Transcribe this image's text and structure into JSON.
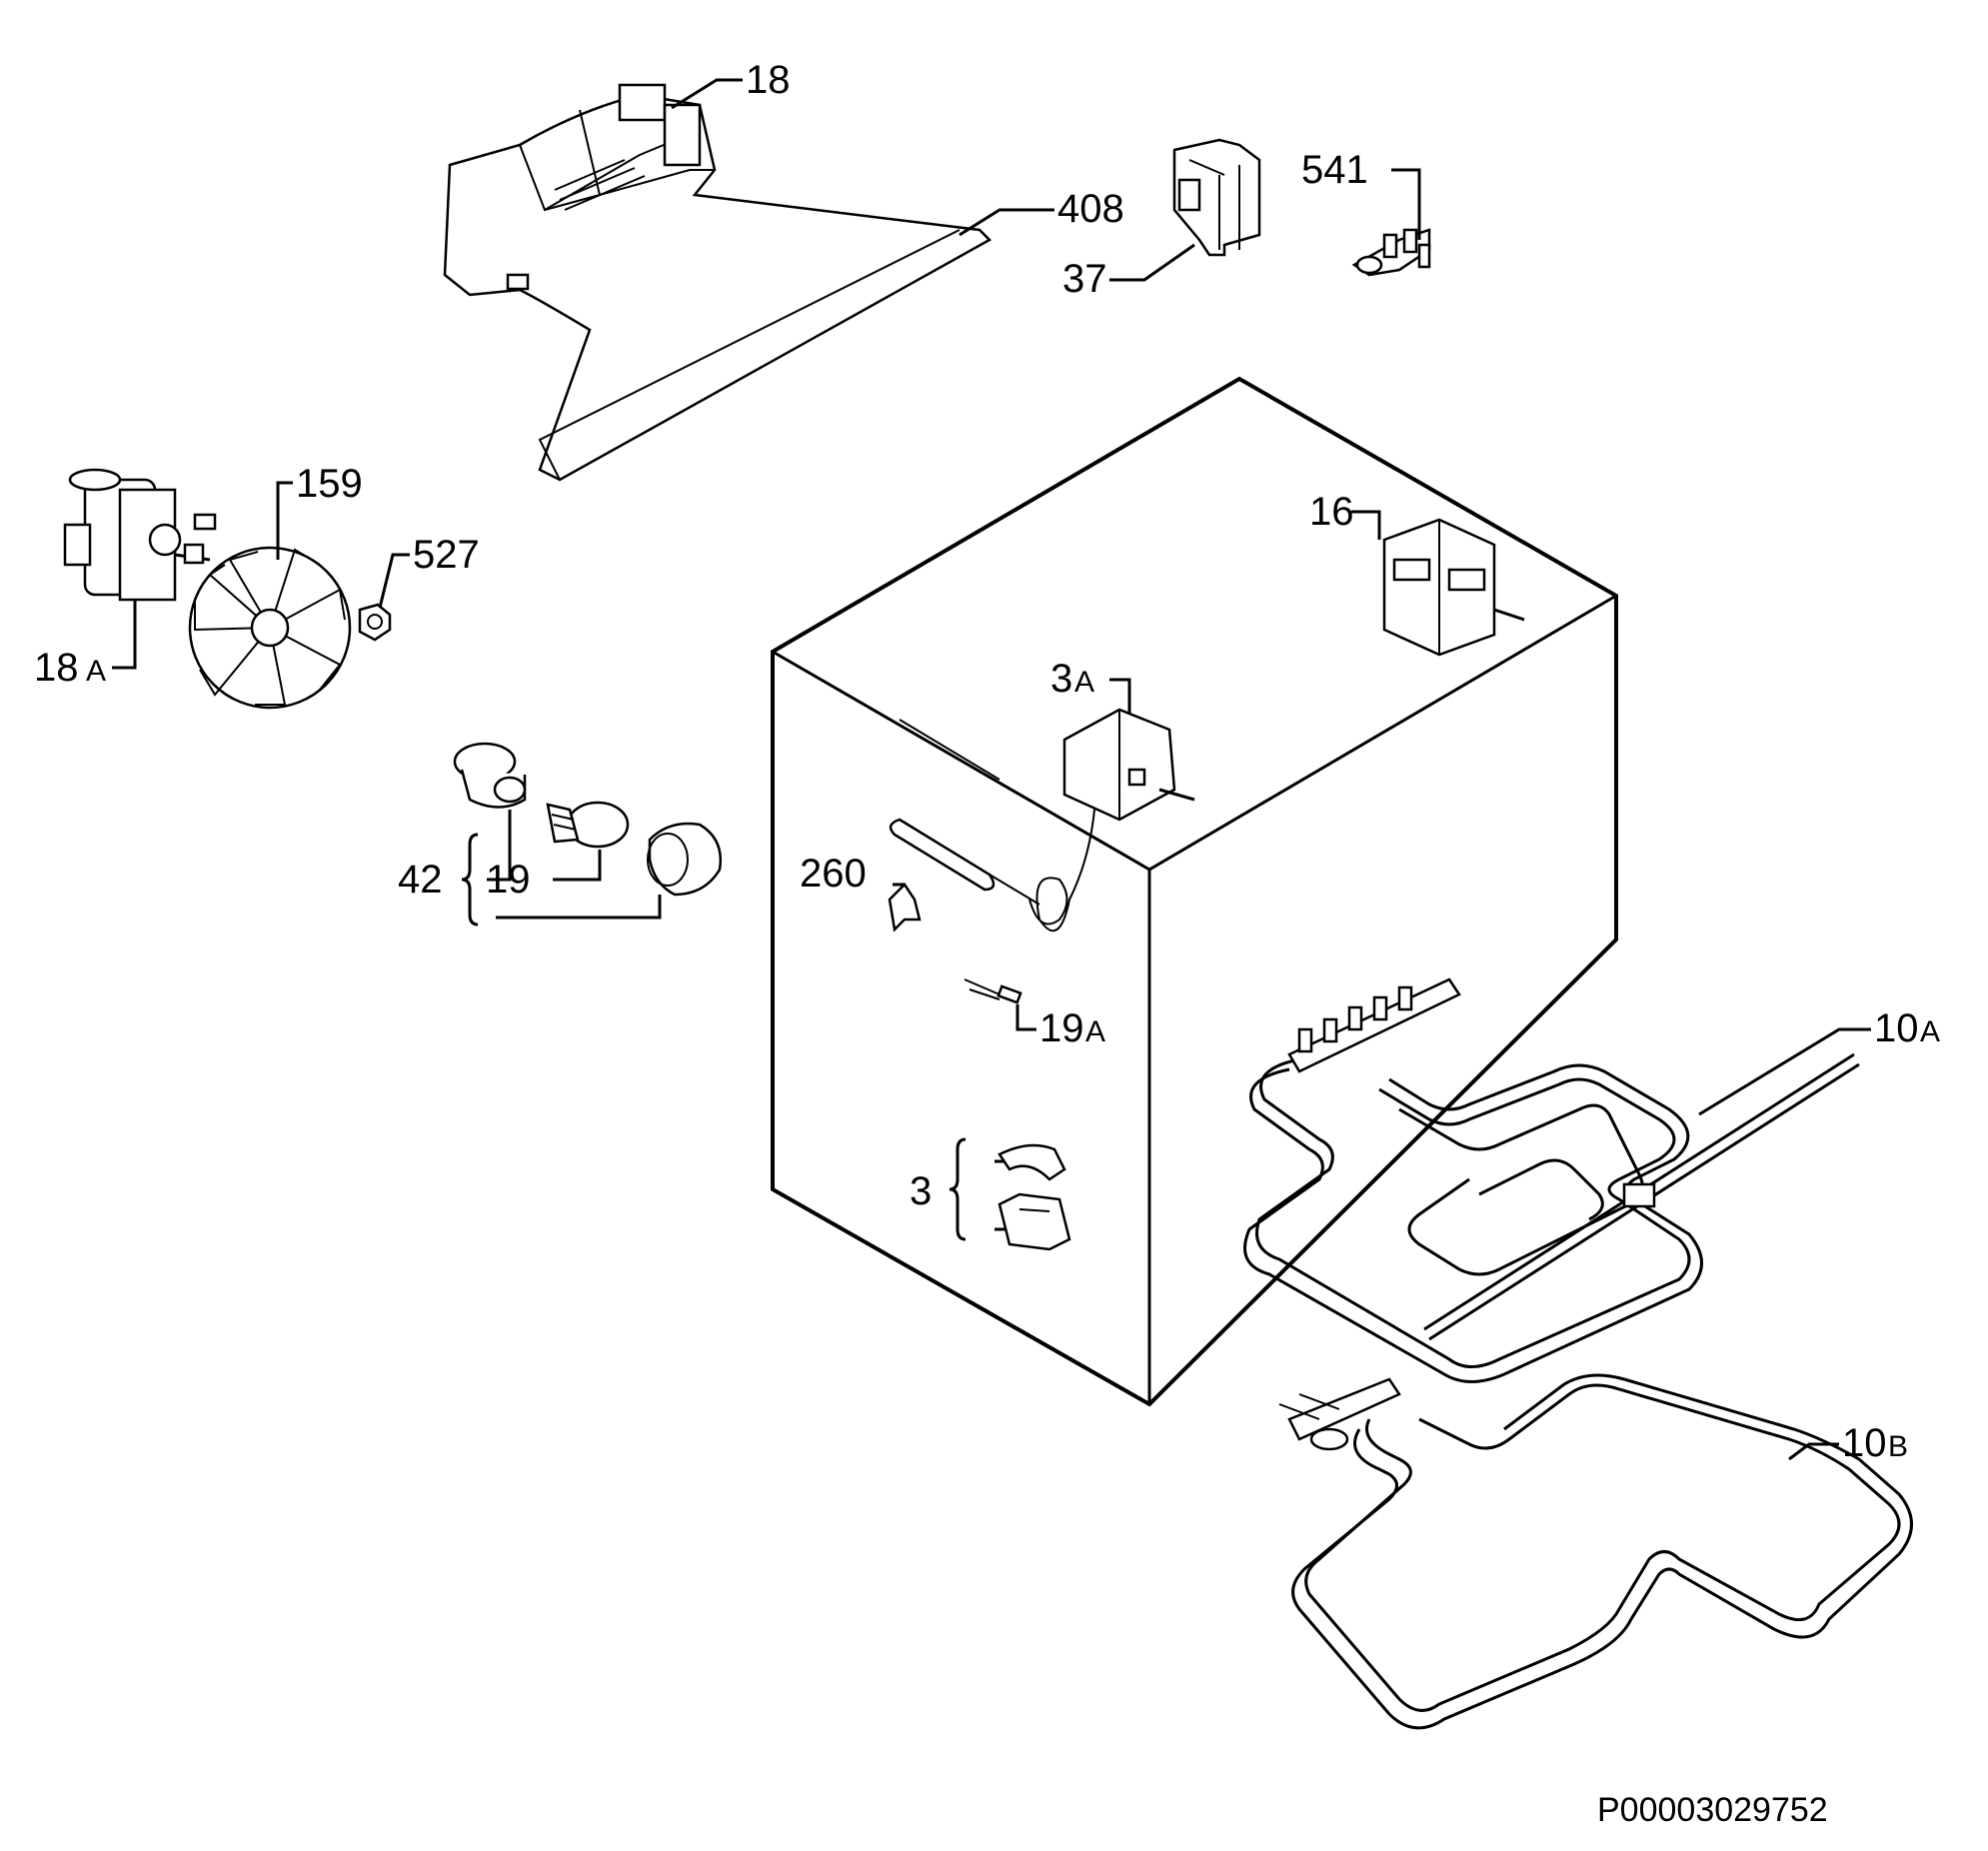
{
  "diagram": {
    "code": "P00003029752",
    "parts": [
      {
        "id": "p18",
        "num": "18",
        "suffix": ""
      },
      {
        "id": "p408",
        "num": "408",
        "suffix": ""
      },
      {
        "id": "p37",
        "num": "37",
        "suffix": ""
      },
      {
        "id": "p541",
        "num": "541",
        "suffix": ""
      },
      {
        "id": "p159",
        "num": "159",
        "suffix": ""
      },
      {
        "id": "p527",
        "num": "527",
        "suffix": ""
      },
      {
        "id": "p18a",
        "num": "18",
        "suffix": "A"
      },
      {
        "id": "p16",
        "num": "16",
        "suffix": ""
      },
      {
        "id": "p3a",
        "num": "3",
        "suffix": "A"
      },
      {
        "id": "p42",
        "num": "42",
        "suffix": ""
      },
      {
        "id": "p19",
        "num": "19",
        "suffix": ""
      },
      {
        "id": "p260",
        "num": "260",
        "suffix": ""
      },
      {
        "id": "p19a",
        "num": "19",
        "suffix": "A"
      },
      {
        "id": "p10a",
        "num": "10",
        "suffix": "A"
      },
      {
        "id": "p3",
        "num": "3",
        "suffix": ""
      },
      {
        "id": "p10b",
        "num": "10",
        "suffix": "B"
      }
    ]
  }
}
